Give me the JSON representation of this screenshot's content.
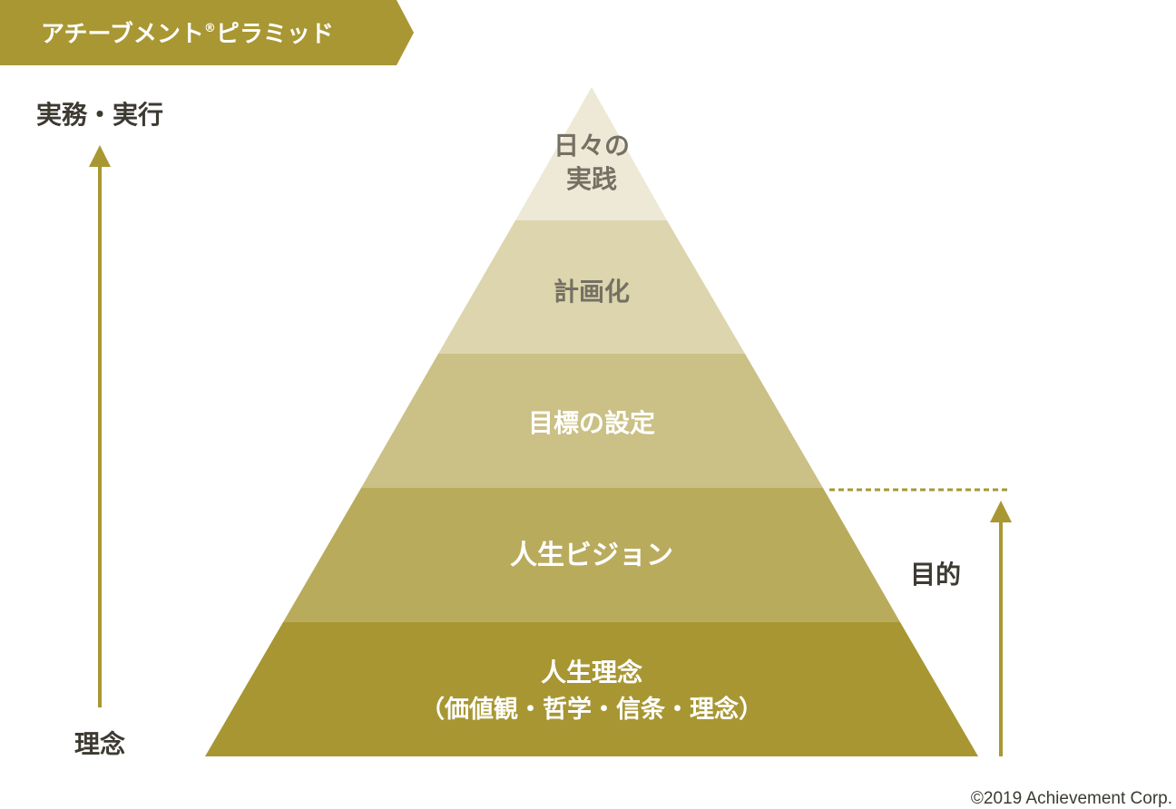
{
  "title_tag": {
    "text": "アチーブメント",
    "registered_mark": "®",
    "text_suffix": "ピラミッド"
  },
  "left_axis": {
    "top_label": "実務・実行",
    "bottom_label": "理念"
  },
  "right_axis": {
    "label": "目的"
  },
  "pyramid": {
    "levels": [
      {
        "lines": [
          "日々の",
          "実践"
        ]
      },
      {
        "lines": [
          "計画化"
        ]
      },
      {
        "lines": [
          "目標の設定"
        ]
      },
      {
        "lines": [
          "人生ビジョン"
        ]
      },
      {
        "lines": [
          "人生理念",
          "（価値観・哲学・信条・理念）"
        ]
      }
    ]
  },
  "copyright": "©2019 Achievement Corp.",
  "colors": {
    "accent": "#a99733",
    "level_1": "#ede9d6",
    "level_2": "#dcd5ad",
    "level_3": "#cbc085",
    "level_4": "#b9ab5c",
    "level_5": "#a89633",
    "dark_text": "#757064",
    "light_text": "#ffffff",
    "label_text": "#3d3a32"
  }
}
